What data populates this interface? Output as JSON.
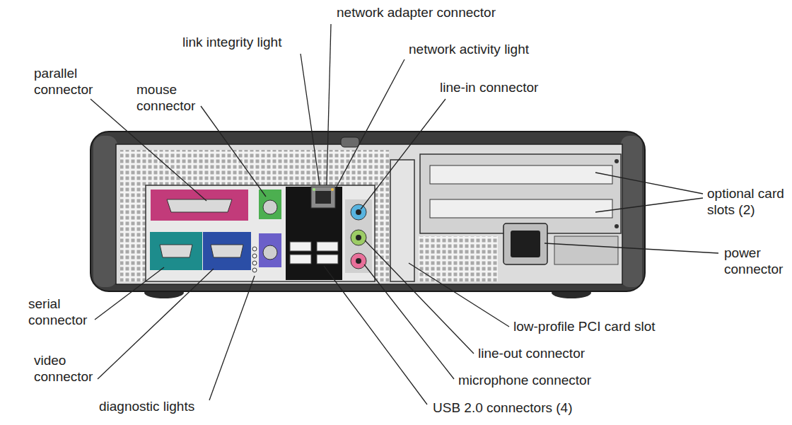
{
  "diagram": {
    "labels": [
      "parallel connector",
      "mouse connector",
      "link integrity light",
      "network adapter connector",
      "network activity light",
      "line-in connector",
      "optional card slots (2)",
      "power connector",
      "serial connector",
      "video connector",
      "diagnostic lights",
      "USB 2.0 connectors (4)",
      "microphone connector",
      "line-out connector",
      "low-profile PCI card slot"
    ]
  }
}
